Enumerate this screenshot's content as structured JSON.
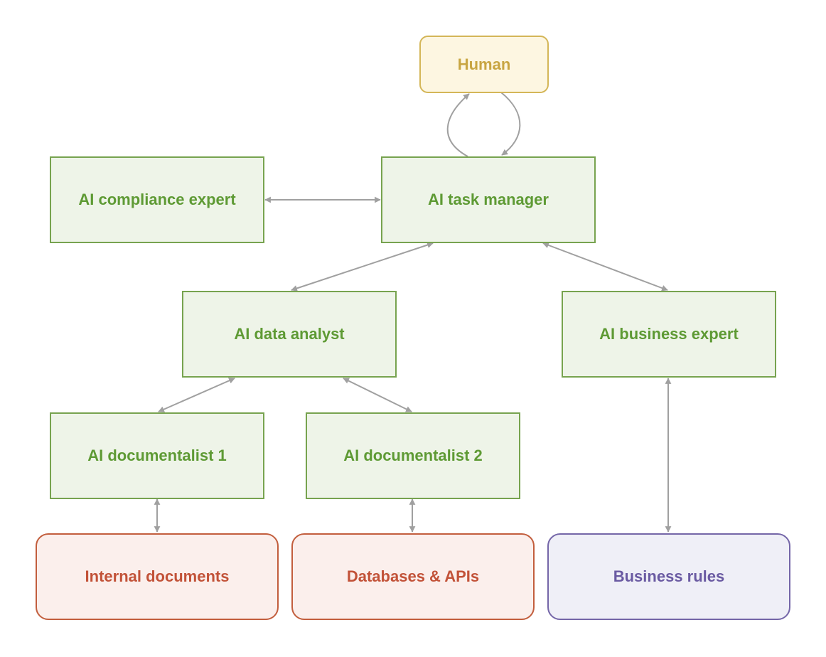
{
  "diagram": {
    "nodes": {
      "human": {
        "label": "Human"
      },
      "task_manager": {
        "label": "AI task manager"
      },
      "compliance_expert": {
        "label": "AI compliance expert"
      },
      "data_analyst": {
        "label": "AI data analyst"
      },
      "business_expert": {
        "label": "AI business expert"
      },
      "documentalist_1": {
        "label": "AI documentalist 1"
      },
      "documentalist_2": {
        "label": "AI documentalist 2"
      },
      "internal_documents": {
        "label": "Internal documents"
      },
      "databases_apis": {
        "label": "Databases & APIs"
      },
      "business_rules": {
        "label": "Business rules"
      }
    },
    "edges": [
      {
        "from": "human",
        "to": "task_manager",
        "direction": "to-target"
      },
      {
        "from": "task_manager",
        "to": "human",
        "direction": "to-target"
      },
      {
        "from": "compliance_expert",
        "to": "task_manager",
        "direction": "both"
      },
      {
        "from": "task_manager",
        "to": "data_analyst",
        "direction": "both"
      },
      {
        "from": "task_manager",
        "to": "business_expert",
        "direction": "both"
      },
      {
        "from": "data_analyst",
        "to": "documentalist_1",
        "direction": "both"
      },
      {
        "from": "data_analyst",
        "to": "documentalist_2",
        "direction": "both"
      },
      {
        "from": "documentalist_1",
        "to": "internal_documents",
        "direction": "both"
      },
      {
        "from": "documentalist_2",
        "to": "databases_apis",
        "direction": "both"
      },
      {
        "from": "business_expert",
        "to": "business_rules",
        "direction": "both"
      }
    ],
    "colors": {
      "agent_fill": "#eef4e8",
      "agent_border": "#77a34f",
      "agent_text": "#5e9a34",
      "human_fill": "#fdf6e1",
      "human_border": "#d4b658",
      "human_text": "#c8a542",
      "source_fill": "#fbefec",
      "source_border": "#c25e3d",
      "source_text": "#c25238",
      "rules_fill": "#efeff7",
      "rules_border": "#7466a8",
      "rules_text": "#6a5aa2",
      "edge": "#a0a0a0"
    }
  }
}
